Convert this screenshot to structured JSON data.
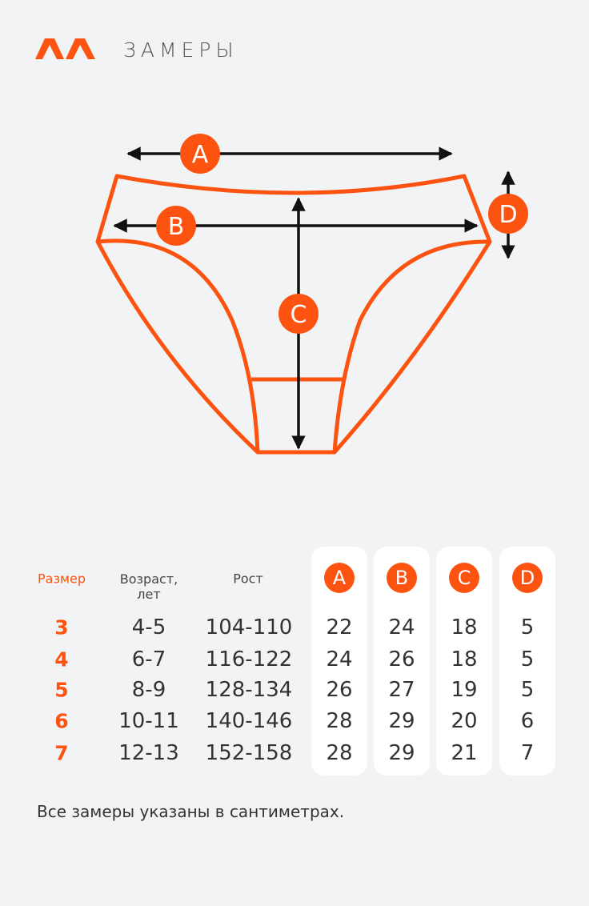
{
  "header": {
    "title": "ЗАМЕРЫ"
  },
  "colors": {
    "accent": "#fc5310",
    "background": "#f2f3f5"
  },
  "diagram": {
    "labels": [
      "A",
      "B",
      "C",
      "D"
    ]
  },
  "table": {
    "headers": {
      "size": "Размер",
      "age_line1": "Возраст,",
      "age_line2": "лет",
      "height": "Рост",
      "measures": [
        "A",
        "B",
        "C",
        "D"
      ]
    },
    "rows": [
      {
        "size": "3",
        "age": "4-5",
        "height": "104-110",
        "values": [
          "22",
          "24",
          "18",
          "5"
        ]
      },
      {
        "size": "4",
        "age": "6-7",
        "height": "116-122",
        "values": [
          "24",
          "26",
          "18",
          "5"
        ]
      },
      {
        "size": "5",
        "age": "8-9",
        "height": "128-134",
        "values": [
          "26",
          "27",
          "19",
          "5"
        ]
      },
      {
        "size": "6",
        "age": "10-11",
        "height": "140-146",
        "values": [
          "28",
          "29",
          "20",
          "6"
        ]
      },
      {
        "size": "7",
        "age": "12-13",
        "height": "152-158",
        "values": [
          "28",
          "29",
          "21",
          "7"
        ]
      }
    ]
  },
  "footnote": "Все замеры указаны в сантиметрах."
}
